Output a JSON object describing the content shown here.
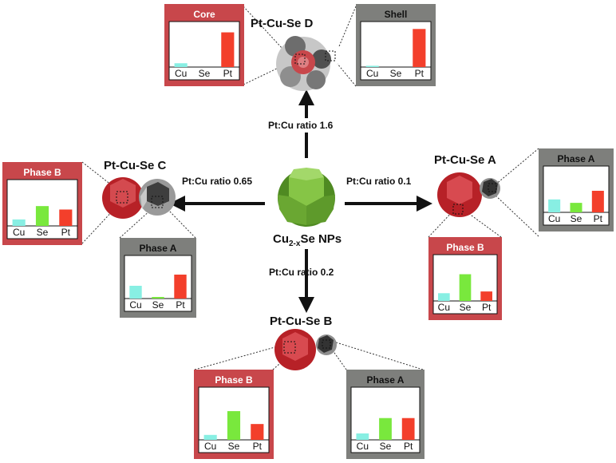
{
  "colors": {
    "red_panel": "#c8474b",
    "gray_panel": "#7e7f7c",
    "cu_bar": "#88efe3",
    "se_bar": "#79e83d",
    "pt_bar": "#f33f2b",
    "green_np": "#7ab73a",
    "red_np": "#c8282f",
    "gray_np": "#8a8a8a"
  },
  "center": {
    "label_main": "Cu",
    "label_sub": "2-x",
    "label_rest": "Se NPs"
  },
  "arrows": {
    "up": {
      "label": "Pt:Cu ratio  1.6"
    },
    "down": {
      "label": "Pt:Cu ratio  0.2"
    },
    "left": {
      "label": "Pt:Cu ratio  0.65"
    },
    "right": {
      "label": "Pt:Cu ratio  0.1"
    }
  },
  "products": {
    "D": {
      "title": "Pt-Cu-Se D"
    },
    "C": {
      "title": "Pt-Cu-Se C"
    },
    "A": {
      "title": "Pt-Cu-Se A"
    },
    "B": {
      "title": "Pt-Cu-Se B"
    }
  },
  "chart_data": [
    {
      "type": "bar",
      "title": "Core",
      "panel": "red",
      "categories": [
        "Cu",
        "Se",
        "Pt"
      ],
      "values": [
        0.09,
        0.0,
        0.82
      ],
      "ylim": [
        0,
        1
      ]
    },
    {
      "type": "bar",
      "title": "Shell",
      "panel": "gray",
      "categories": [
        "Cu",
        "Se",
        "Pt"
      ],
      "values": [
        0.03,
        0.0,
        0.9
      ],
      "ylim": [
        0,
        1
      ]
    },
    {
      "type": "bar",
      "title": "Phase B",
      "panel": "red",
      "categories": [
        "Cu",
        "Se",
        "Pt"
      ],
      "values": [
        0.15,
        0.46,
        0.38
      ],
      "ylim": [
        0,
        1
      ]
    },
    {
      "type": "bar",
      "title": "Phase A",
      "panel": "gray",
      "categories": [
        "Cu",
        "Se",
        "Pt"
      ],
      "values": [
        0.32,
        0.04,
        0.6
      ],
      "ylim": [
        0,
        1
      ]
    },
    {
      "type": "bar",
      "title": "Phase A",
      "panel": "gray",
      "categories": [
        "Cu",
        "Se",
        "Pt"
      ],
      "values": [
        0.3,
        0.22,
        0.5
      ],
      "ylim": [
        0,
        1
      ]
    },
    {
      "type": "bar",
      "title": "Phase B",
      "panel": "red",
      "categories": [
        "Cu",
        "Se",
        "Pt"
      ],
      "values": [
        0.18,
        0.62,
        0.22
      ],
      "ylim": [
        0,
        1
      ]
    },
    {
      "type": "bar",
      "title": "Phase B",
      "panel": "red",
      "categories": [
        "Cu",
        "Se",
        "Pt"
      ],
      "values": [
        0.1,
        0.58,
        0.32
      ],
      "ylim": [
        0,
        1
      ]
    },
    {
      "type": "bar",
      "title": "Phase A",
      "panel": "gray",
      "categories": [
        "Cu",
        "Se",
        "Pt"
      ],
      "values": [
        0.13,
        0.44,
        0.44
      ],
      "ylim": [
        0,
        1
      ]
    }
  ]
}
